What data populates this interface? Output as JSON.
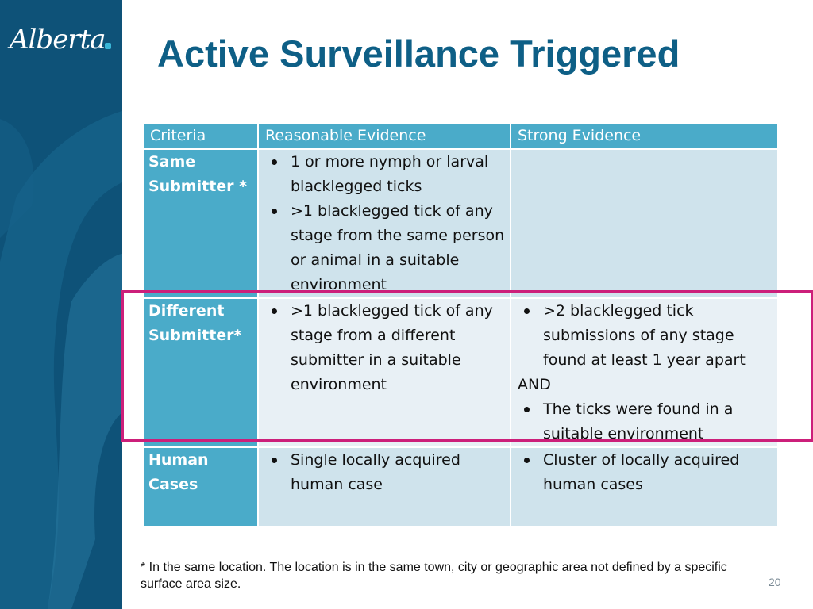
{
  "brand": {
    "logo_text": "Alberta"
  },
  "title": "Active Surveillance Triggered",
  "table": {
    "headers": [
      "Criteria",
      "Reasonable Evidence",
      "Strong Evidence"
    ],
    "rows": [
      {
        "criteria": "Same Submitter *",
        "reasonable": [
          "1 or more nymph or larval blacklegged ticks",
          ">1 blacklegged tick of any stage from the same person or animal in a suitable environment"
        ]
      },
      {
        "criteria": "Different Submitter*",
        "reasonable": [
          ">1 blacklegged tick of any stage from a different submitter in a suitable environment"
        ],
        "strong_a": ">2 blacklegged tick submissions of any stage found at least 1 year apart",
        "strong_and": "AND",
        "strong_b": "The ticks were found in a suitable environment"
      },
      {
        "criteria": "Human Cases",
        "reasonable": [
          "Single locally acquired human case"
        ],
        "strong": [
          "Cluster of locally acquired human cases"
        ]
      }
    ]
  },
  "footnote": "* In the same location. The location is in the same town, city or geographic area not defined by a specific surface area size.",
  "page_number": "20",
  "colors": {
    "sidebar": "#0e5278",
    "title": "#0e5f86",
    "header_cell": "#4aabc9",
    "highlight_border": "#cc1f7a"
  }
}
